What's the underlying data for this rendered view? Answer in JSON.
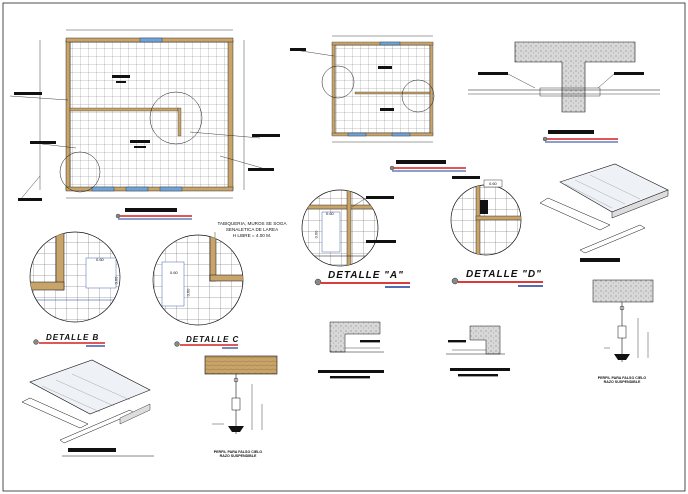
{
  "details": {
    "a": "DETALLE \"A\"",
    "d": "DETALLE \"D\"",
    "b": "DETALLE B",
    "c": "DETALLE C"
  },
  "note": {
    "line1": "TABIQUERIA, MUROS SE SOGA",
    "line2": "SENALETICA DE LAREA",
    "line3": "H LIBRE = 4.00 M."
  },
  "dims": {
    "a_offset": "0.60",
    "a_height": "0.60",
    "d_offset": "0.60",
    "b_offset": "0.60",
    "b_height": "0.60",
    "c_offset": "0.60",
    "c_height": "0.60"
  },
  "hanger_label_left": {
    "l1": "PERFIL PARA FALSO CIELO",
    "l2": "RAZO SUSPENDIBLE"
  },
  "hanger_label_right": {
    "l1": "PERFIL PARA FALSO CIELO",
    "l2": "RAZO SUSPENDIBLE"
  },
  "colors": {
    "line": "#111111",
    "wall": "#c8a46a",
    "red": "#d42020",
    "blue": "#1a3c9a",
    "concrete": "#d8d8d8",
    "grid": "#666666",
    "accent_tile": "#6fa3d8"
  }
}
